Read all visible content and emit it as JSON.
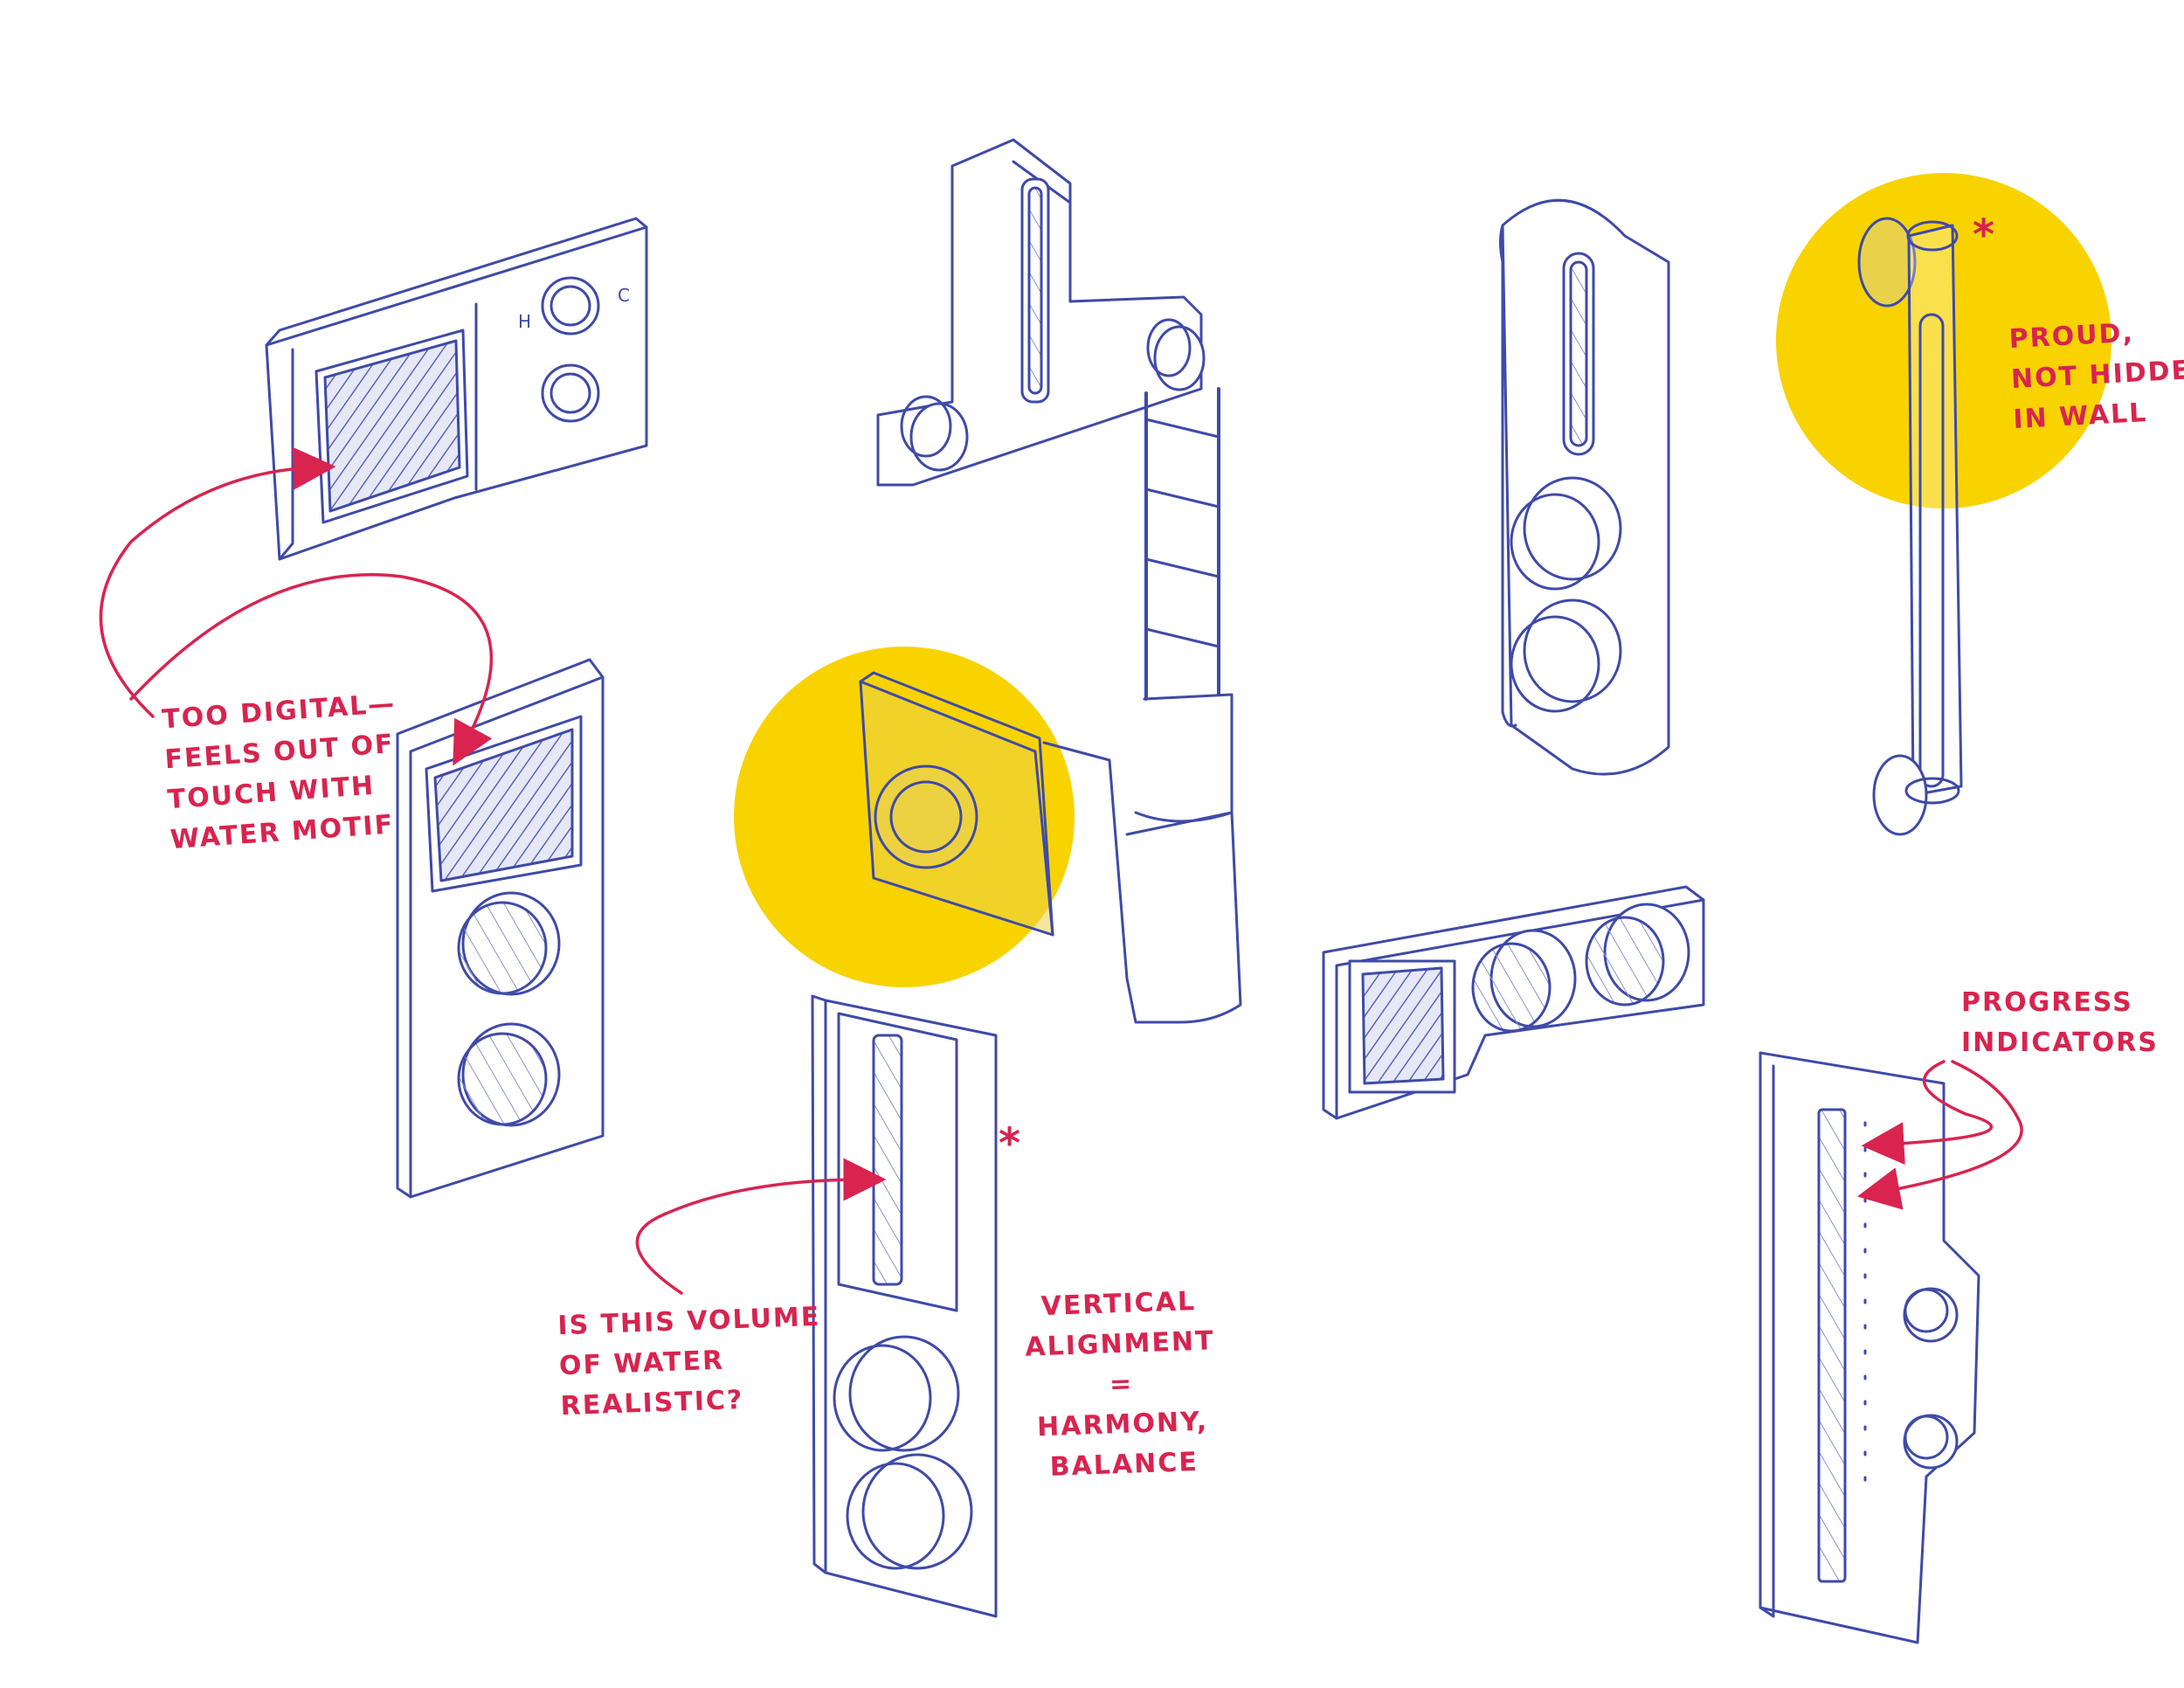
{
  "colors": {
    "ink": "#3f4aa8",
    "ink_light": "#7d86c8",
    "annotation": "#d8244f",
    "highlight": "#f8d300",
    "paper": "#ffffff"
  },
  "annotations": {
    "too_digital": [
      "TOO DIGITAL—",
      "FEELS OUT OF",
      "TOUCH WITH",
      "WATER MOTIF"
    ],
    "proud": [
      "PROUD,",
      "NOT HIDDEN",
      "IN WALL"
    ],
    "progress": [
      "PROGRESS",
      "INDICATORS"
    ],
    "volume": [
      "IS THIS VOLUME",
      "OF WATER",
      "REALISTIC?"
    ],
    "vertical": [
      "VERTICAL",
      "ALIGNMENT",
      "=",
      "HARMONY,",
      "BALANCE"
    ]
  },
  "dial_labels": {
    "hot": "H",
    "cold": "C"
  },
  "asterisk": "*"
}
